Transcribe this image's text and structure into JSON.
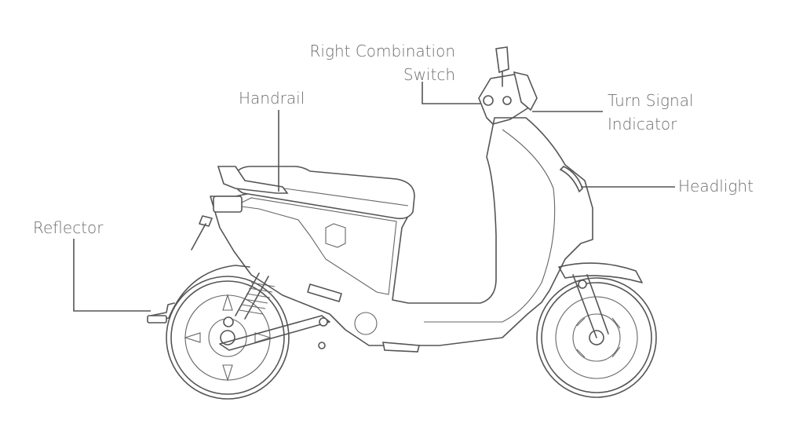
{
  "labels": {
    "right_combination_switch": [
      "Right Combination",
      "Switch"
    ],
    "handrail": "Handrail",
    "turn_signal_indicator": [
      "Turn Signal",
      "Indicator"
    ],
    "headlight": "Headlight",
    "reflector": "Reflector"
  },
  "colors": {
    "text": "#6e6e6e",
    "line": "#555555",
    "background": "#ffffff"
  }
}
